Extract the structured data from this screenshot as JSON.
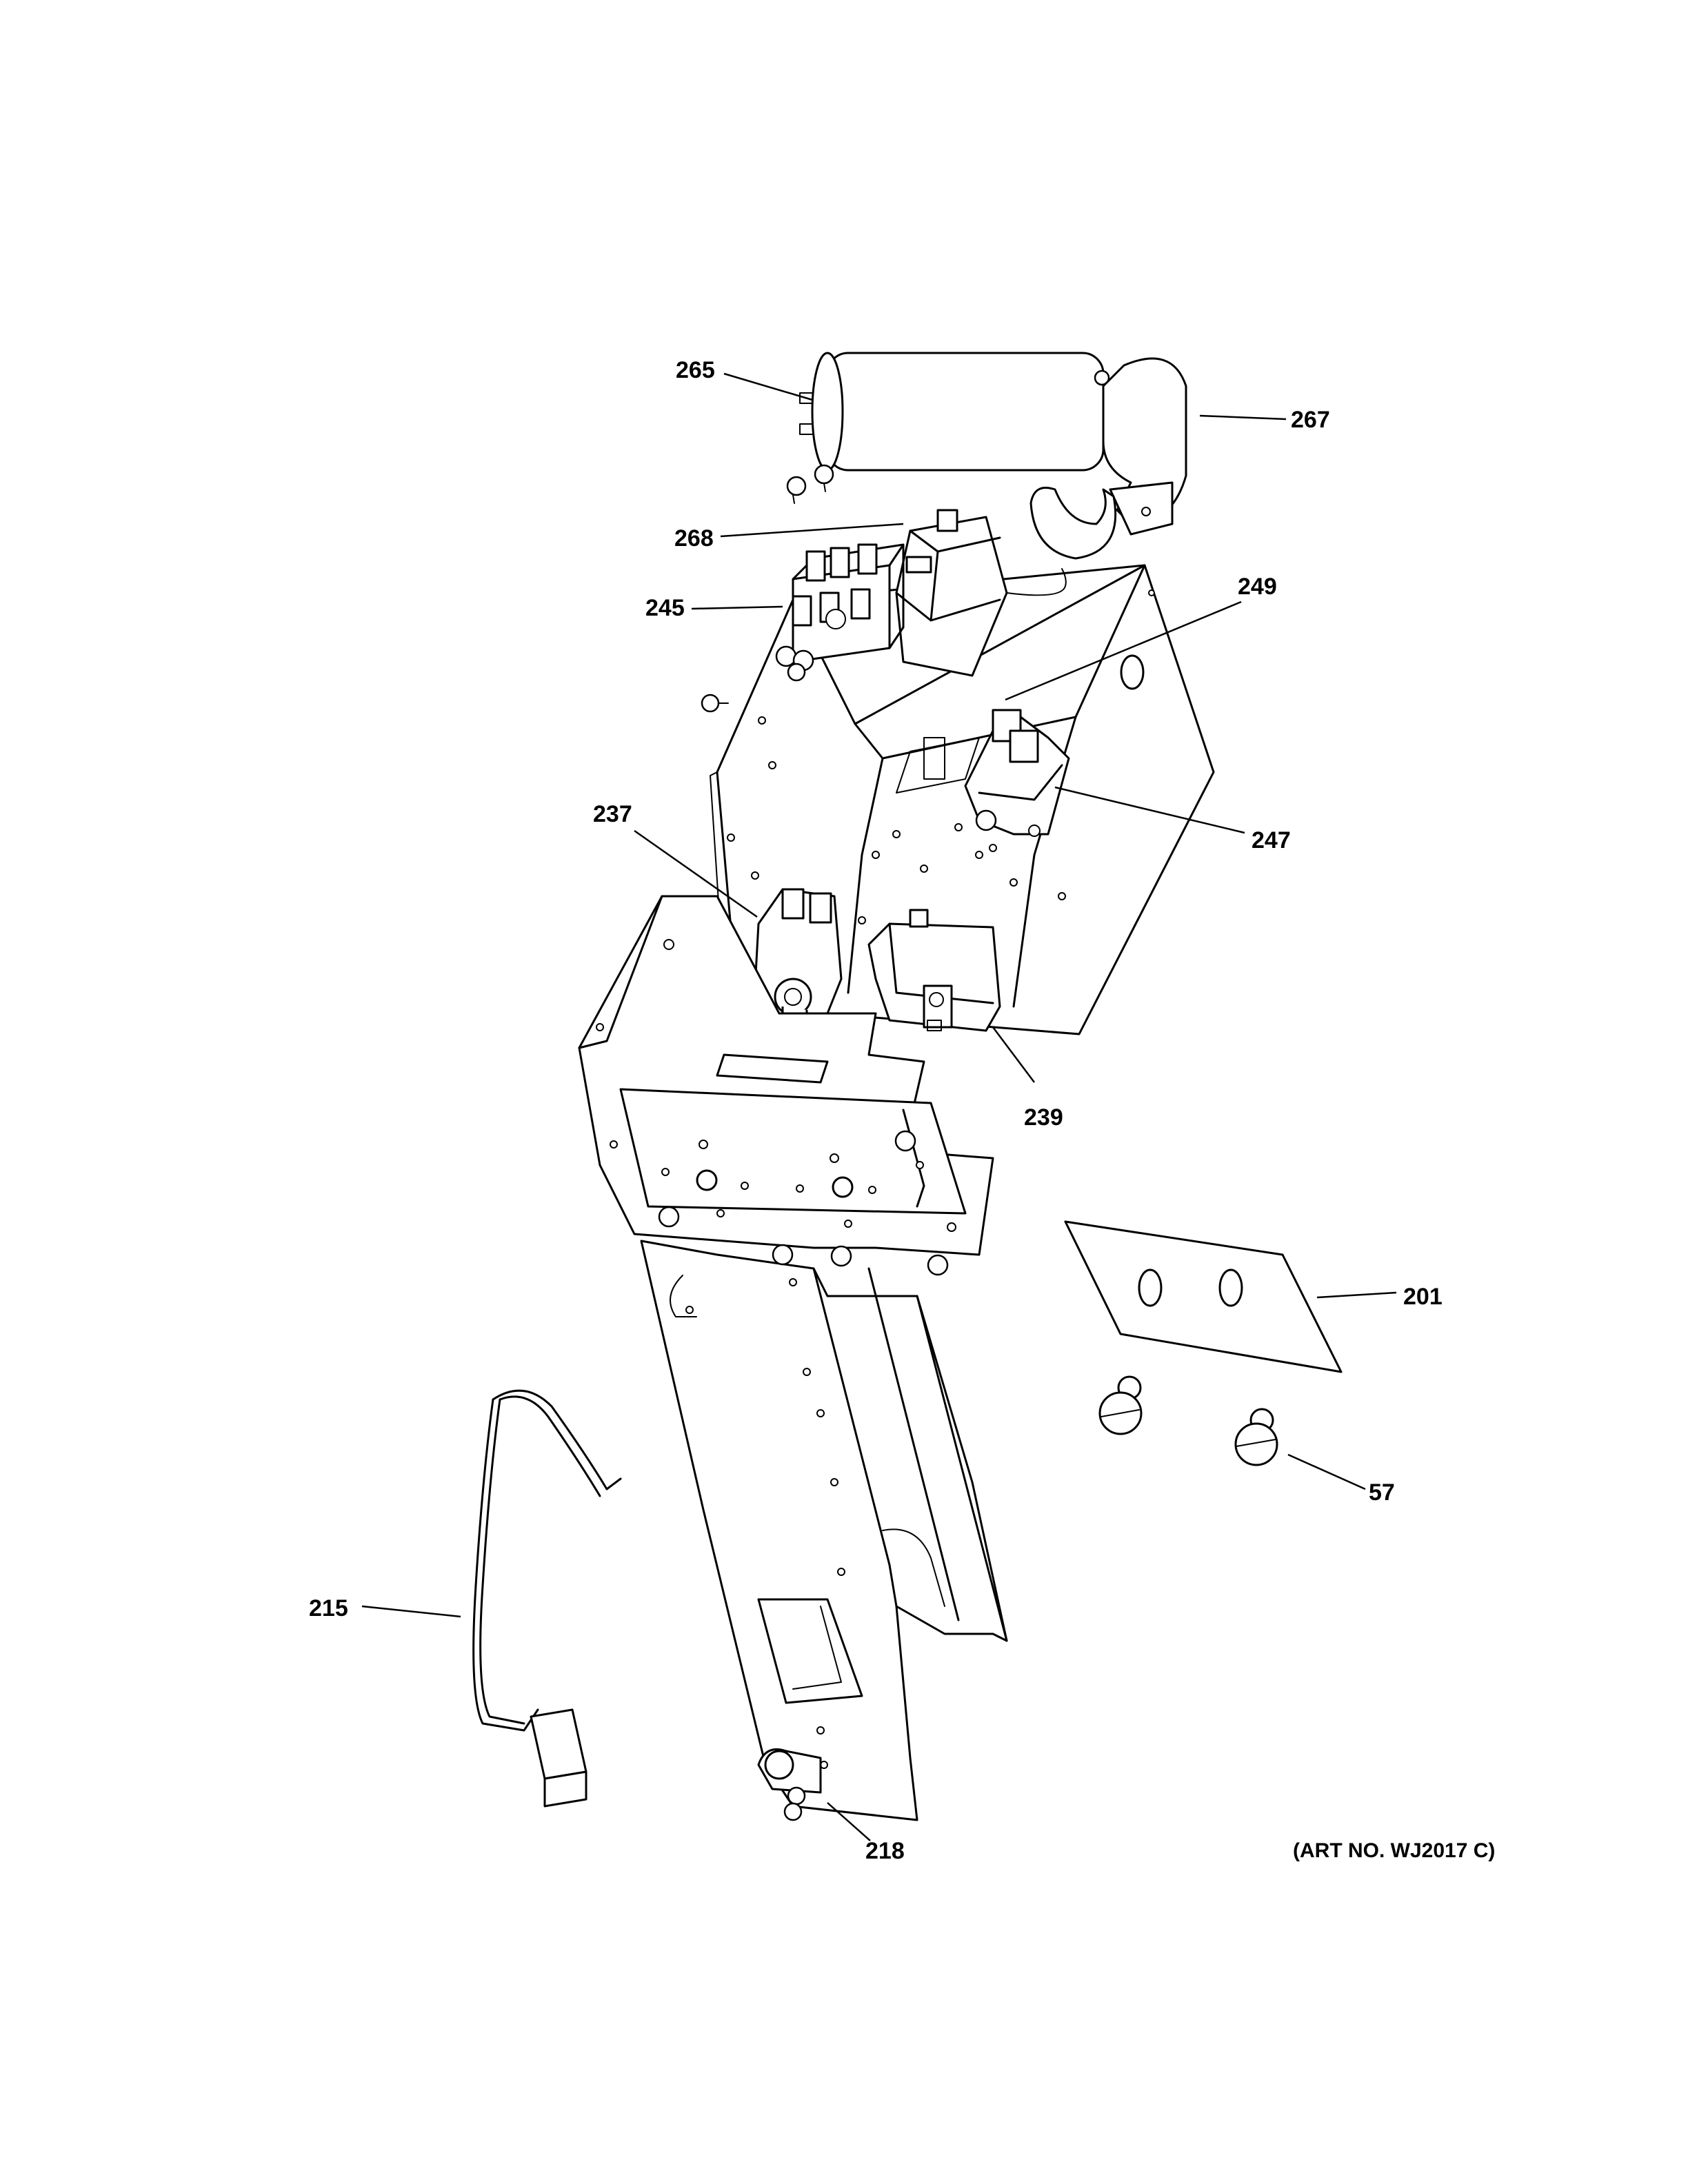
{
  "parts": [
    {
      "callout": "265"
    },
    {
      "callout": "267"
    },
    {
      "callout": "268"
    },
    {
      "callout": "245"
    },
    {
      "callout": "249"
    },
    {
      "callout": "247"
    },
    {
      "callout": "237"
    },
    {
      "callout": "239"
    },
    {
      "callout": "201"
    },
    {
      "callout": "57"
    },
    {
      "callout": "215"
    },
    {
      "callout": "218"
    }
  ],
  "art_number": "(ART NO. WJ2017 C)"
}
